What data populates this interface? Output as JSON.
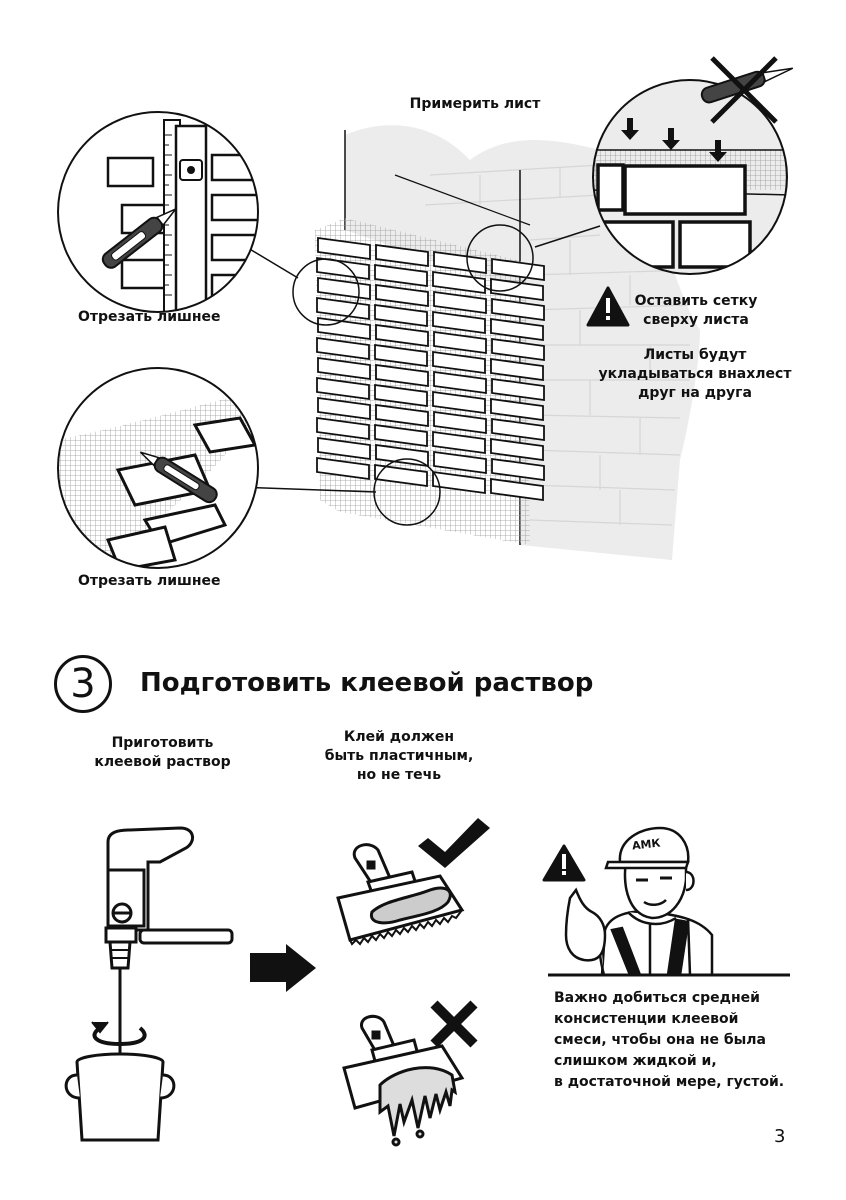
{
  "labels": {
    "try_sheet": "Примерить лист",
    "cut_excess_top": "Отрезать лишнее",
    "cut_excess_bottom": "Отрезать лишнее",
    "leave_mesh": "Оставить сетку\nсверху листа",
    "overlap": "Листы будут\nукладываться  внахлест\nдруг на друга"
  },
  "step": {
    "number": "3",
    "title": "Подготовить клеевой раствор"
  },
  "step_labels": {
    "prepare": "Приготовить\nклеевой раствор",
    "plastic": "Клей должен\nбыть пластичным,\nно не течь",
    "cap_text": "АМК",
    "warning_text": "Важно добиться средней\nконсистенции клеевой\nсмеси, чтобы она не была\nслишком жидкой и,\nв достаточной мере, густой."
  },
  "page_number": "3",
  "icons": [
    "warning-icon",
    "check-icon",
    "cross-icon",
    "rotation-arrow-icon",
    "forward-arrow-icon",
    "utility-knife-icon",
    "level-icon"
  ]
}
